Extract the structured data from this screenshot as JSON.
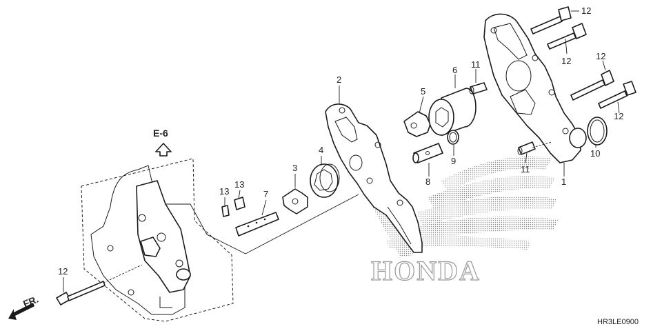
{
  "reference": {
    "label": "E-6"
  },
  "front_marker": {
    "label": "FR."
  },
  "diagram_code": "HR3LE0900",
  "brand_watermark": "HONDA",
  "callouts": [
    {
      "id": "c12a",
      "text": "12"
    },
    {
      "id": "c12b",
      "text": "12"
    },
    {
      "id": "c12c",
      "text": "12"
    },
    {
      "id": "c12d",
      "text": "12"
    },
    {
      "id": "c12e",
      "text": "12"
    },
    {
      "id": "c11a",
      "text": "11"
    },
    {
      "id": "c11b",
      "text": "11"
    },
    {
      "id": "c6",
      "text": "6"
    },
    {
      "id": "c5",
      "text": "5"
    },
    {
      "id": "c9",
      "text": "9"
    },
    {
      "id": "c8",
      "text": "8"
    },
    {
      "id": "c10",
      "text": "10"
    },
    {
      "id": "c1",
      "text": "1"
    },
    {
      "id": "c2",
      "text": "2"
    },
    {
      "id": "c4",
      "text": "4"
    },
    {
      "id": "c3",
      "text": "3"
    },
    {
      "id": "c7",
      "text": "7"
    },
    {
      "id": "c13a",
      "text": "13"
    },
    {
      "id": "c13b",
      "text": "13"
    }
  ],
  "colors": {
    "line": "#1a1a1a",
    "background": "#ffffff",
    "watermark": "#9a9a9a"
  },
  "icons": {
    "reference_arrow": "up-arrow-icon",
    "front_arrow": "front-arrow-icon"
  }
}
